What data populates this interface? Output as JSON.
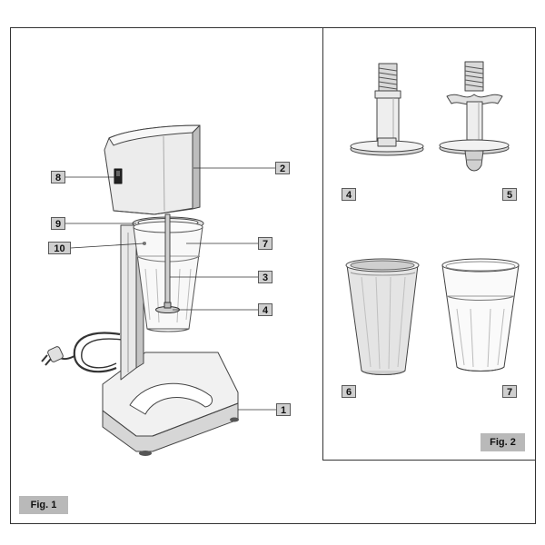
{
  "figures": {
    "fig1_label": "Fig. 1",
    "fig2_label": "Fig. 2"
  },
  "callouts": {
    "c1": "1",
    "c2": "2",
    "c3": "3",
    "c4": "4",
    "c7": "7",
    "c8": "8",
    "c9": "9",
    "c10": "10"
  },
  "fig2_parts": {
    "p4": "4",
    "p5": "5",
    "p6": "6",
    "p7": "7"
  },
  "colors": {
    "frame": "#333333",
    "machine_fill": "#ececec",
    "machine_shade": "#c9c9c9",
    "callout_fill": "#cfcfcf",
    "figlabel_fill": "#b9b9b9"
  }
}
